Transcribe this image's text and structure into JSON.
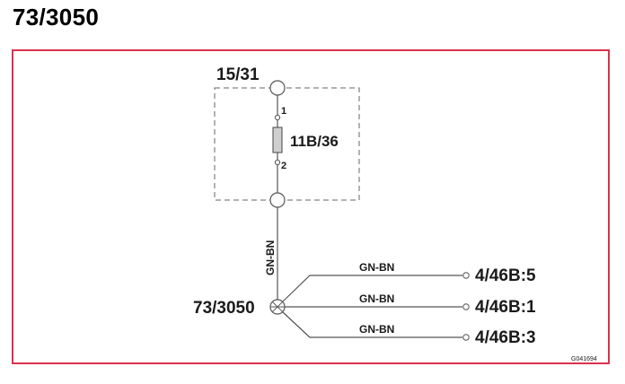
{
  "title": "73/3050",
  "colors": {
    "frame_border": "#d9334b"
  },
  "diagram": {
    "supply_terminal": "15/31",
    "fuse": {
      "label": "11B/36",
      "pin_top": "1",
      "pin_bottom": "2"
    },
    "trunk_wire": "GN-BN",
    "splice": "73/3050",
    "branches": [
      {
        "wire": "GN-BN",
        "terminal": "4/46B:5"
      },
      {
        "wire": "GN-BN",
        "terminal": "4/46B:1"
      },
      {
        "wire": "GN-BN",
        "terminal": "4/46B:3"
      }
    ],
    "drawing_code": "G041694"
  }
}
